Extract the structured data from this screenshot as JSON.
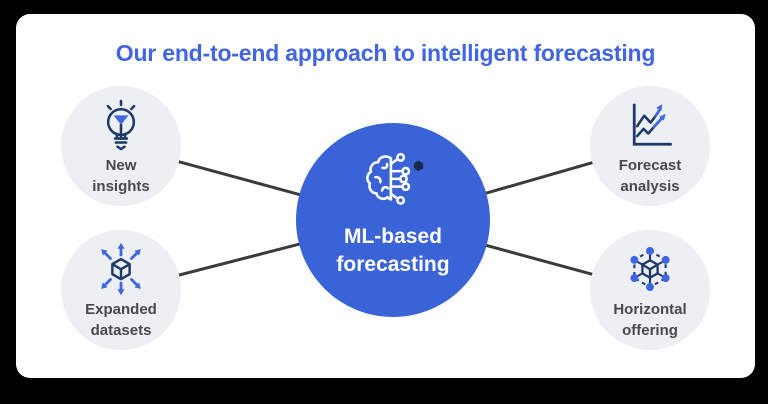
{
  "title": {
    "text": "Our end-to-end approach to intelligent forecasting"
  },
  "center": {
    "id": "ml-based-forecasting",
    "label": "ML-based\nforecasting",
    "icon": "brain-circuit-icon"
  },
  "nodes": [
    {
      "id": "new-insights",
      "label": "New\ninsights",
      "icon": "lightbulb-icon",
      "position": "top-left"
    },
    {
      "id": "expanded-datasets",
      "label": "Expanded\ndatasets",
      "icon": "expand-arrows-icon",
      "position": "bottom-left"
    },
    {
      "id": "forecast-analysis",
      "label": "Forecast\nanalysis",
      "icon": "trend-chart-icon",
      "position": "top-right"
    },
    {
      "id": "horizontal-offering",
      "label": "Horizontal\noffering",
      "icon": "network-cube-icon",
      "position": "bottom-right"
    }
  ],
  "colors": {
    "background": "#000000",
    "card": "#FFFFFF",
    "title": "#4265E3",
    "center_circle": "#3A63D8",
    "satellite_circle": "#EEEFF3",
    "connector_line": "#3B3B3B",
    "icon_navy": "#1E3A6B",
    "icon_accent": "#4066E0",
    "label_text": "#48484E",
    "center_label_text": "#FFFFFF",
    "brain_dot": "#15294E"
  }
}
